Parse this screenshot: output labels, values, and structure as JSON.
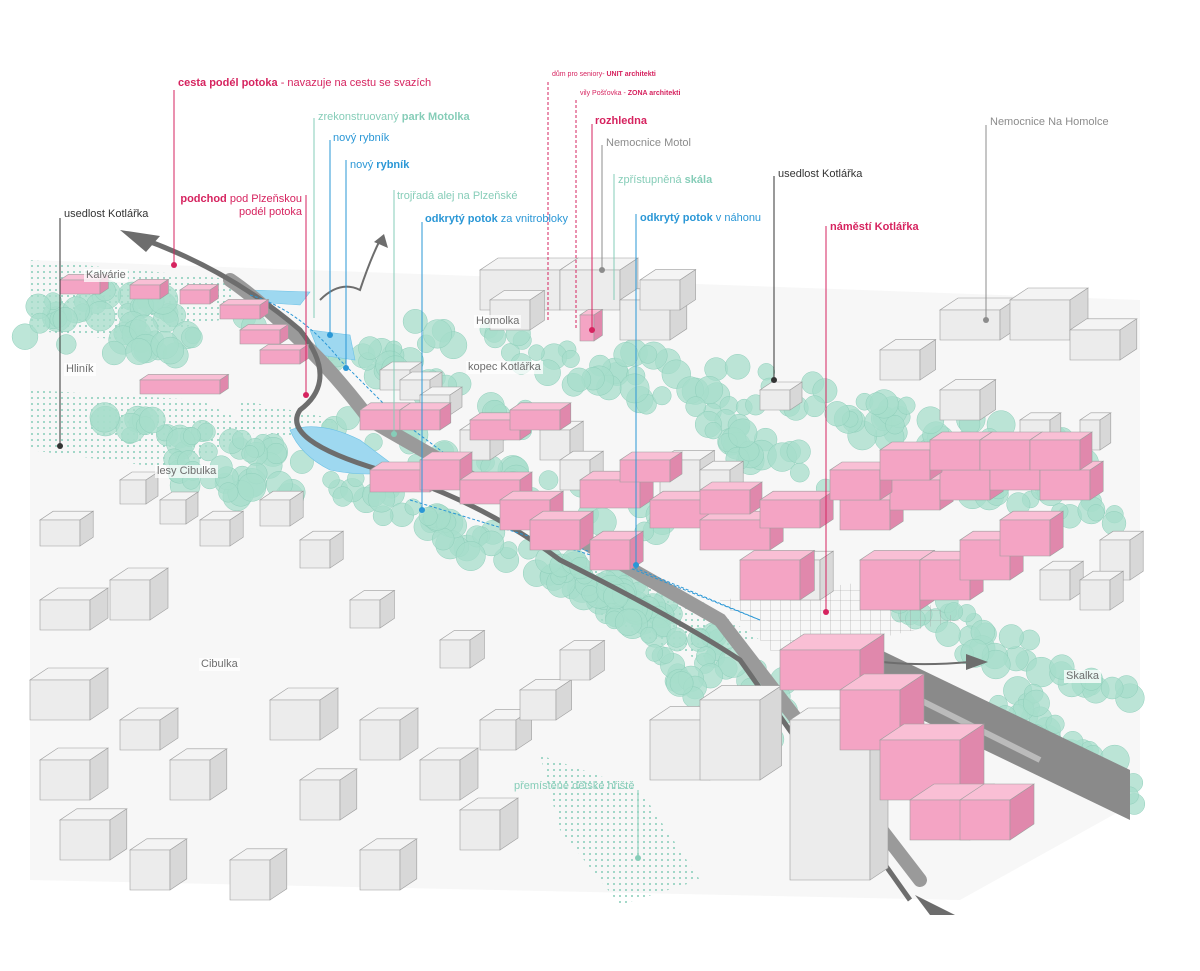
{
  "colors": {
    "pink": "#d6235f",
    "blue": "#2a97d6",
    "teal": "#86cdb8",
    "dark": "#333333",
    "grey": "#8c8c8c",
    "building_new": "#f4a4c4",
    "building_existing": "#e3e3e3",
    "tree": "#a7ddcb",
    "water": "#9ed8f0",
    "road": "#7b7b7b"
  },
  "labels": {
    "cesta": {
      "bold": "cesta podél potoka",
      "rest": " - navazuje na cestu se svazích"
    },
    "park": {
      "pre": "zrekonstruovaný ",
      "bold": "park Motolka"
    },
    "rybnik1": {
      "text": "nový rybník"
    },
    "rybnik2": {
      "pre": "nový ",
      "bold": "rybník"
    },
    "podchod": {
      "bold": "podchod",
      "rest": " pod Plzeňskou",
      "line2": "podél potoka"
    },
    "usedlost_left": {
      "text": "usedlost Kotlářka"
    },
    "alej": {
      "text": "trojřadá alej na Plzeňské"
    },
    "potok1": {
      "bold": "odkrytý potok",
      "rest": " za vnitrobloky"
    },
    "seniori": {
      "pre": "dům pro seniory- ",
      "bold": "UNIT architekti"
    },
    "vily": {
      "pre": "vily Pošťovka - ",
      "bold": "ZONA architekti"
    },
    "rozhledna": {
      "text": "rozhledna"
    },
    "motol": {
      "text": "Nemocnice Motol"
    },
    "skala": {
      "pre": "zpřístupněná ",
      "bold": "skála"
    },
    "potok2": {
      "bold": "odkrytý potok",
      "rest": " v náhonu"
    },
    "usedlost_right": {
      "text": "usedlost Kotlářka"
    },
    "namesti": {
      "text": "náměstí Kotlářka"
    },
    "homolce": {
      "text": "Nemocnice Na Homolce"
    },
    "hriste": {
      "text": "přemístěné dětské hřiště"
    }
  },
  "places": {
    "kalvarie": "Kalvárie",
    "hlinik": "Hliník",
    "homolka": "Homolka",
    "kopec": "kopec Kotlářka",
    "lesy": "lesy Cibulka",
    "cibulka": "Cibulka",
    "skalka": "Skalka"
  }
}
